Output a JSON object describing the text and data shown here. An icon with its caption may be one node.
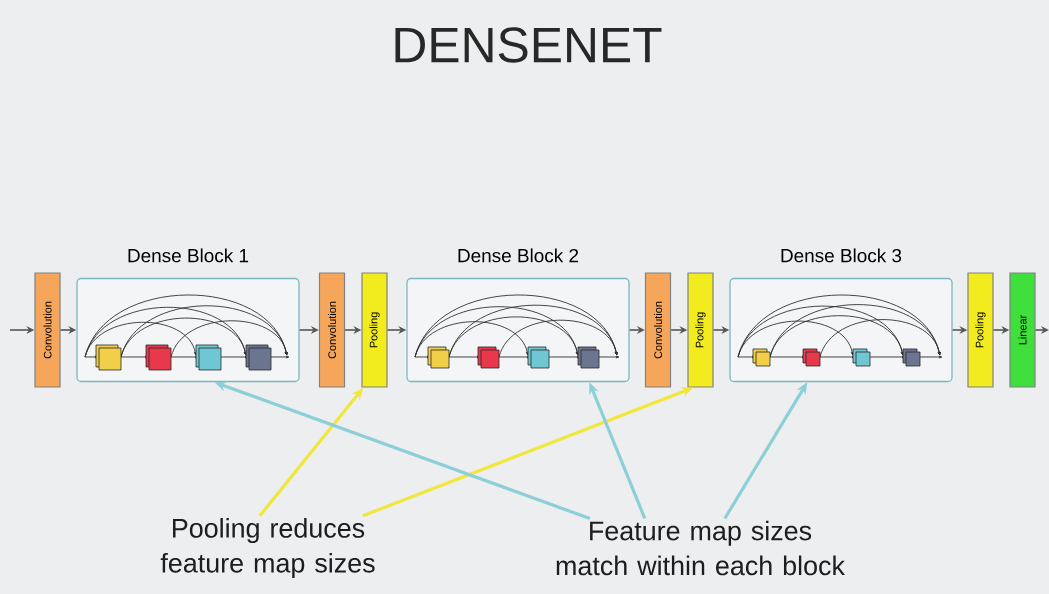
{
  "diagram": {
    "title": "DENSENET",
    "nodes": [
      {
        "text": [
          "Convolution"
        ]
      },
      {
        "text": [
          "Dense Block 1"
        ]
      },
      {
        "text": [
          "Convolution"
        ]
      },
      {
        "text": [
          "Pooling"
        ]
      },
      {
        "text": [
          "Dense Block 2"
        ]
      },
      {
        "text": [
          "Convolution"
        ]
      },
      {
        "text": [
          "Pooling"
        ]
      },
      {
        "text": [
          "Dense Block 3"
        ]
      },
      {
        "text": [
          "Pooling"
        ]
      },
      {
        "text": [
          "Linear"
        ]
      },
      {
        "text": [
          "Pooling reduces feature map sizes"
        ]
      },
      {
        "text": [
          "Feature map sizes match within each block"
        ]
      }
    ],
    "edges": [
      {
        "from": null,
        "to": 0,
        "arrow": "to"
      },
      {
        "from": 0,
        "to": 1,
        "arrow": "to"
      },
      {
        "from": 1,
        "to": 2,
        "arrow": "to"
      },
      {
        "from": 2,
        "to": 3,
        "arrow": "to"
      },
      {
        "from": 3,
        "to": 4,
        "arrow": "to"
      },
      {
        "from": 4,
        "to": 5,
        "arrow": "to"
      },
      {
        "from": 5,
        "to": 6,
        "arrow": "to"
      },
      {
        "from": 6,
        "to": 7,
        "arrow": "to"
      },
      {
        "from": 7,
        "to": 8,
        "arrow": "to"
      },
      {
        "from": 8,
        "to": 9,
        "arrow": "to"
      },
      {
        "from": 9,
        "to": null,
        "arrow": "to"
      },
      {
        "from": 10,
        "to": 3,
        "arrow": "to",
        "style": "thick",
        "color": "#f0e63c"
      },
      {
        "from": 10,
        "to": 6,
        "arrow": "to",
        "style": "thick",
        "color": "#f0e63c"
      },
      {
        "from": 11,
        "to": 1,
        "arrow": "to",
        "style": "thick",
        "color": "#8ccfd9"
      },
      {
        "from": 11,
        "to": 4,
        "arrow": "to",
        "style": "thick",
        "color": "#8ccfd9"
      },
      {
        "from": 11,
        "to": 7,
        "arrow": "to",
        "style": "thick",
        "color": "#8ccfd9"
      }
    ]
  }
}
